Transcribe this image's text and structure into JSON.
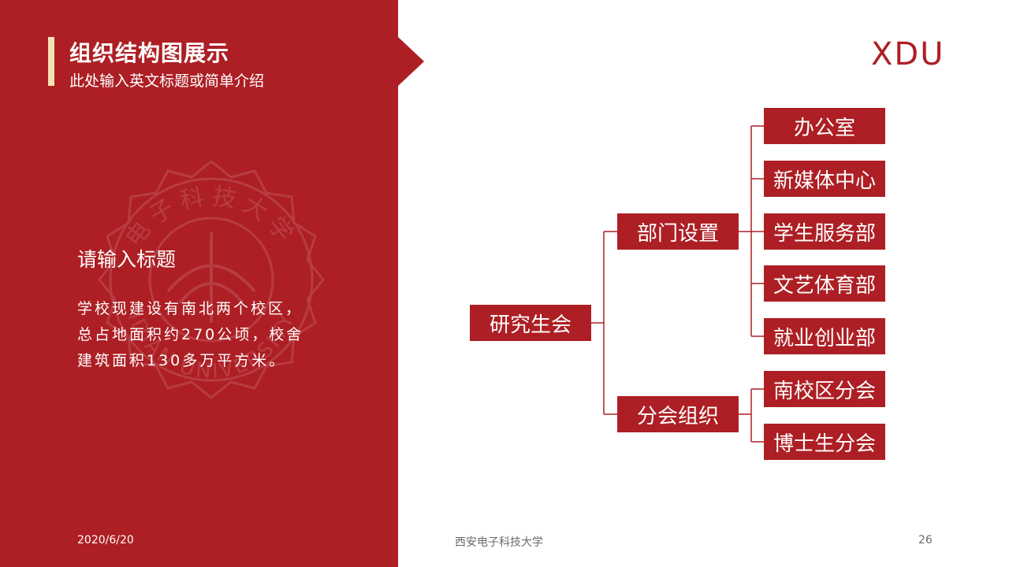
{
  "header": {
    "title": "组织结构图展示",
    "subtitle": "此处输入英文标题或简单介绍",
    "logo_text": "XDU"
  },
  "content": {
    "title": "请输入标题",
    "body": "学校现建设有南北两个校区，总占地面积约270公顷，校舍建筑面积130多万平方米。"
  },
  "seal": {
    "icon": "university-seal-watermark-icon",
    "text_top": "电子科技大学",
    "text_bottom": "IDIAN UNIVERSITY"
  },
  "org_chart": {
    "root": "研究生会",
    "departments": {
      "label": "部门设置",
      "children": [
        "办公室",
        "新媒体中心",
        "学生服务部",
        "文艺体育部",
        "就业创业部"
      ]
    },
    "branches": {
      "label": "分会组织",
      "children": [
        "南校区分会",
        "博士生分会"
      ]
    }
  },
  "footer": {
    "date": "2020/6/20",
    "organization": "西安电子科技大学",
    "page_number": "26"
  },
  "colors": {
    "primary": "#ad1f24",
    "accent": "#f7e2b5",
    "footer_text": "#6b6b6b"
  }
}
